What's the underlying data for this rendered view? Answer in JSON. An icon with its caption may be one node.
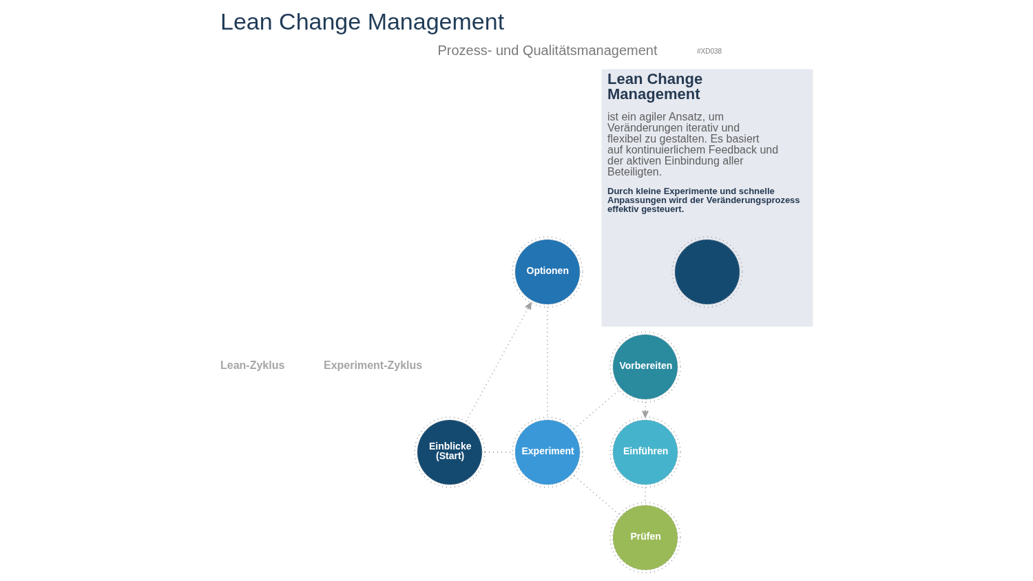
{
  "diagram": {
    "title": "Lean Change Management",
    "nodes": [
      {
        "text": [
          "Optionen"
        ]
      },
      {
        "text": [
          "Vorbereiten"
        ]
      },
      {
        "text": [
          "Einblicke (Start)"
        ]
      },
      {
        "text": [
          "Experiment"
        ]
      },
      {
        "text": [
          "Einführen"
        ]
      },
      {
        "text": [
          "Prüfen"
        ]
      },
      {
        "text": [
          "Lean Change Management",
          "ist ein agiler Ansatz, um Veränderungen iterativ und flexibel zu gestalten. Es basiert auf kontinuierlichem Feedback und der aktiven Einbindung aller Beteiligten.",
          "Durch kleine Experimente und schnelle Anpassungen wird der Veränderungsprozess effektiv gesteuert."
        ]
      },
      {
        "text": [],
        "shape": "circle",
        "in": 6
      }
    ],
    "edges": [
      {
        "from": 2,
        "to": 0,
        "arrow": "to"
      },
      {
        "from": 0,
        "to": 3,
        "arrow": "none"
      },
      {
        "from": 2,
        "to": 3,
        "arrow": "none"
      },
      {
        "from": 3,
        "to": 1,
        "arrow": "none"
      },
      {
        "from": 1,
        "to": 4,
        "arrow": "to"
      },
      {
        "from": 4,
        "to": 5,
        "arrow": "none"
      },
      {
        "from": 5,
        "to": 3,
        "arrow": "none"
      }
    ],
    "labels": [
      "#XD038",
      "Prozess- und Qualitätsmanagement",
      "Lean-Zyklus",
      "Experiment-Zyklus"
    ]
  }
}
